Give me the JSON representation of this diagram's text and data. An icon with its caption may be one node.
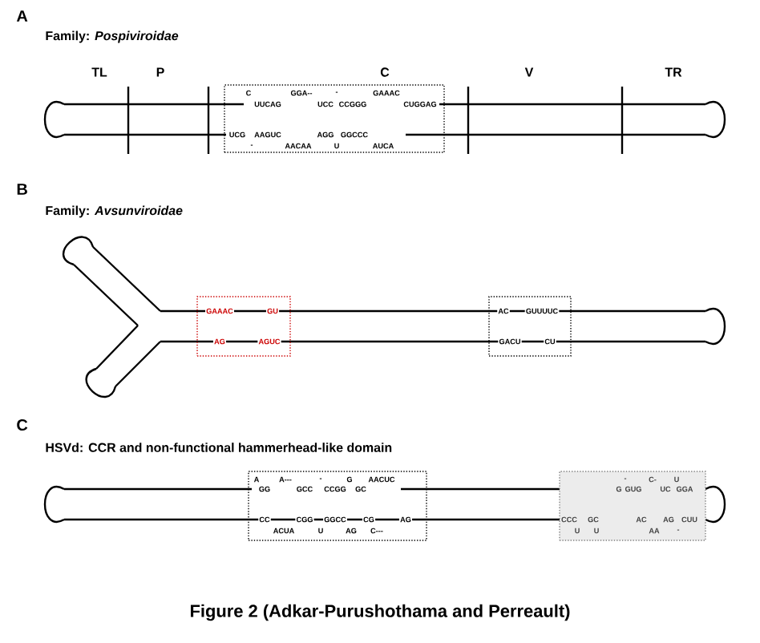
{
  "diagram": {
    "caption": "Figure 2 (Adkar-Purushothama and Perreault)",
    "nodes": [
      {
        "text": [
          "C",
          "GGA--",
          "-",
          "GAAAC",
          "UUCAG",
          "UCC",
          "CCGGG",
          "CUGGAG",
          "UCG",
          "AAGUC",
          "AGG",
          "GGCCC",
          "-",
          "AACAA",
          "U",
          "AUCA"
        ]
      },
      {
        "text": [
          "GAAAC",
          "GU",
          "AG",
          "AGUC"
        ]
      },
      {
        "text": [
          "AC",
          "GUUUUC",
          "GACU",
          "CU"
        ]
      },
      {
        "text": [
          "A",
          "A---",
          "-",
          "G",
          "AACUC",
          "GG",
          "GCC",
          "CCGG",
          "GC",
          "CC",
          "CGG",
          "GGCC",
          "CG",
          "AG",
          "ACUA",
          "U",
          "AG",
          "C---"
        ]
      },
      {
        "text": [
          "-",
          "C-",
          "U",
          "G",
          "GUG",
          "UC",
          "GGA",
          "CCC",
          "GC",
          "AC",
          "AG",
          "CUU",
          "U",
          "U",
          "AA",
          "-"
        ]
      }
    ],
    "labels": [
      "A",
      "Family: *Pospiviroidae*",
      "TL",
      "P",
      "C",
      "V",
      "TR",
      "B",
      "Family: *Avsunviroidae*",
      "C",
      "HSVd: CCR and non-functional hammerhead-like domain"
    ]
  }
}
